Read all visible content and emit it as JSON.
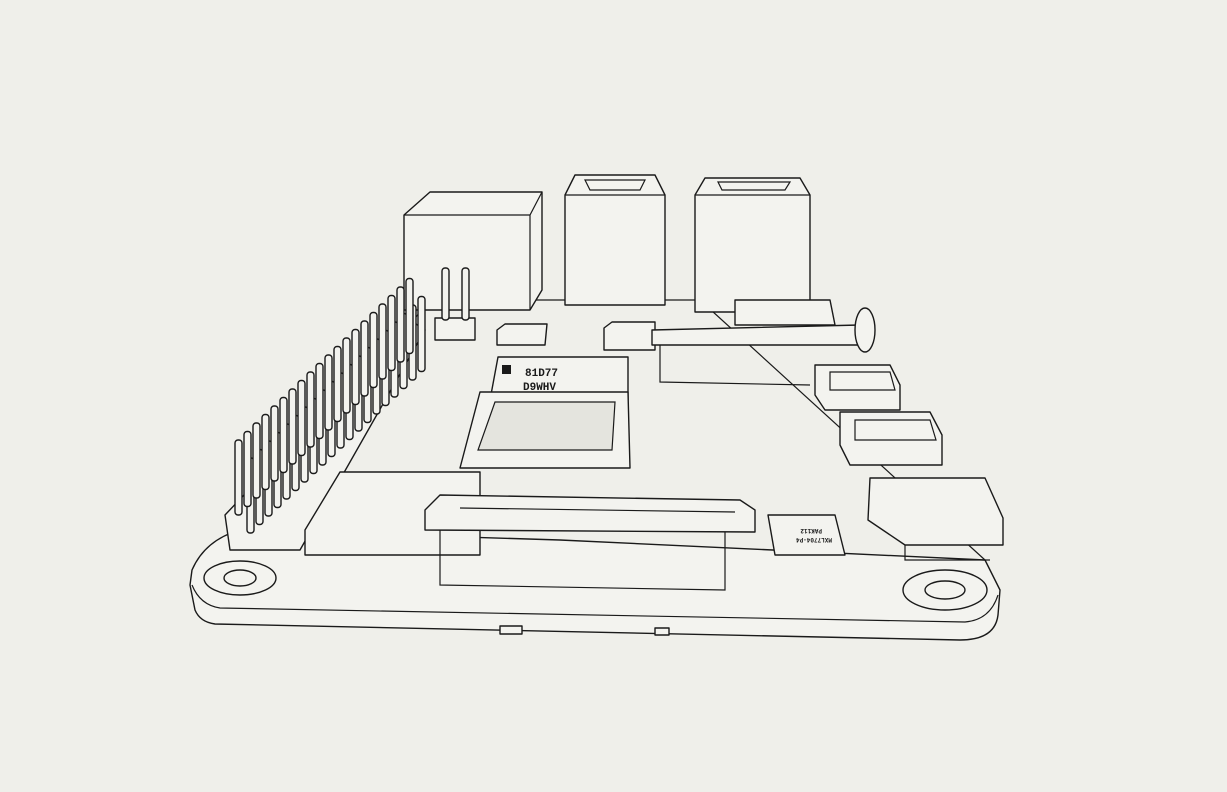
{
  "chips": {
    "soc_label_line1": "81D77",
    "soc_label_line2": "D9WHV",
    "pmic_label_line1": "MXL7704-P4",
    "pmic_label_line2": "PAK112"
  },
  "colors": {
    "background": "#efefea",
    "line": "#1a1a1a"
  }
}
